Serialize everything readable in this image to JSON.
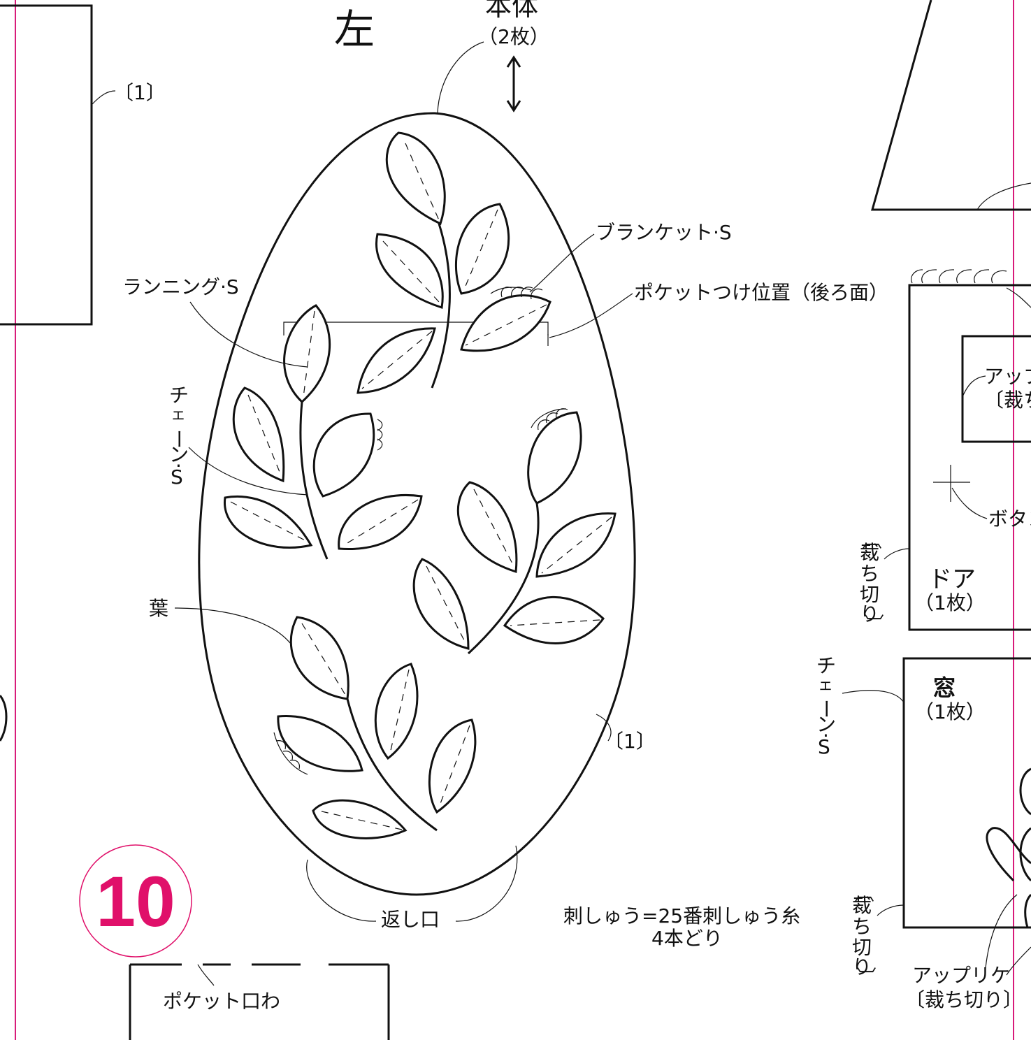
{
  "center": {
    "side": "左",
    "part_name": "本体",
    "part_count": "（2枚）",
    "seam": "〔1〕",
    "embroidery": {
      "running": "ランニング·S",
      "blanket": "ブランケット·S",
      "chain_v": [
        "チ",
        "ェ",
        "ー",
        "ン",
        "·",
        "S"
      ],
      "leaf": "葉"
    },
    "pocket_position": "ポケットつけ位置（後ろ面）",
    "opening": "返し口",
    "thread_note": [
      "刺しゅう=25番刺しゅう糸",
      "4本どり"
    ],
    "number": "10",
    "pocket_label": "ポケット口わ"
  },
  "left": {
    "seam": "〔1〕"
  },
  "right": {
    "applique_partial": [
      "アップ",
      "〔裁ち"
    ],
    "button_partial": "ボタン",
    "cutoff_v": [
      "〔",
      "裁",
      "ち",
      "切",
      "り",
      "〕"
    ],
    "door_name": "ドア",
    "door_count": "（1枚）",
    "chain_v": [
      "チ",
      "ェ",
      "ー",
      "ン",
      "·",
      "S"
    ],
    "window_name": "窓",
    "window_count": "（1枚）",
    "applique": [
      "アップリケ",
      "〔裁ち切り〕"
    ]
  },
  "colors": {
    "guide_line": "#d81b7a",
    "number_badge": "#e0106a"
  }
}
